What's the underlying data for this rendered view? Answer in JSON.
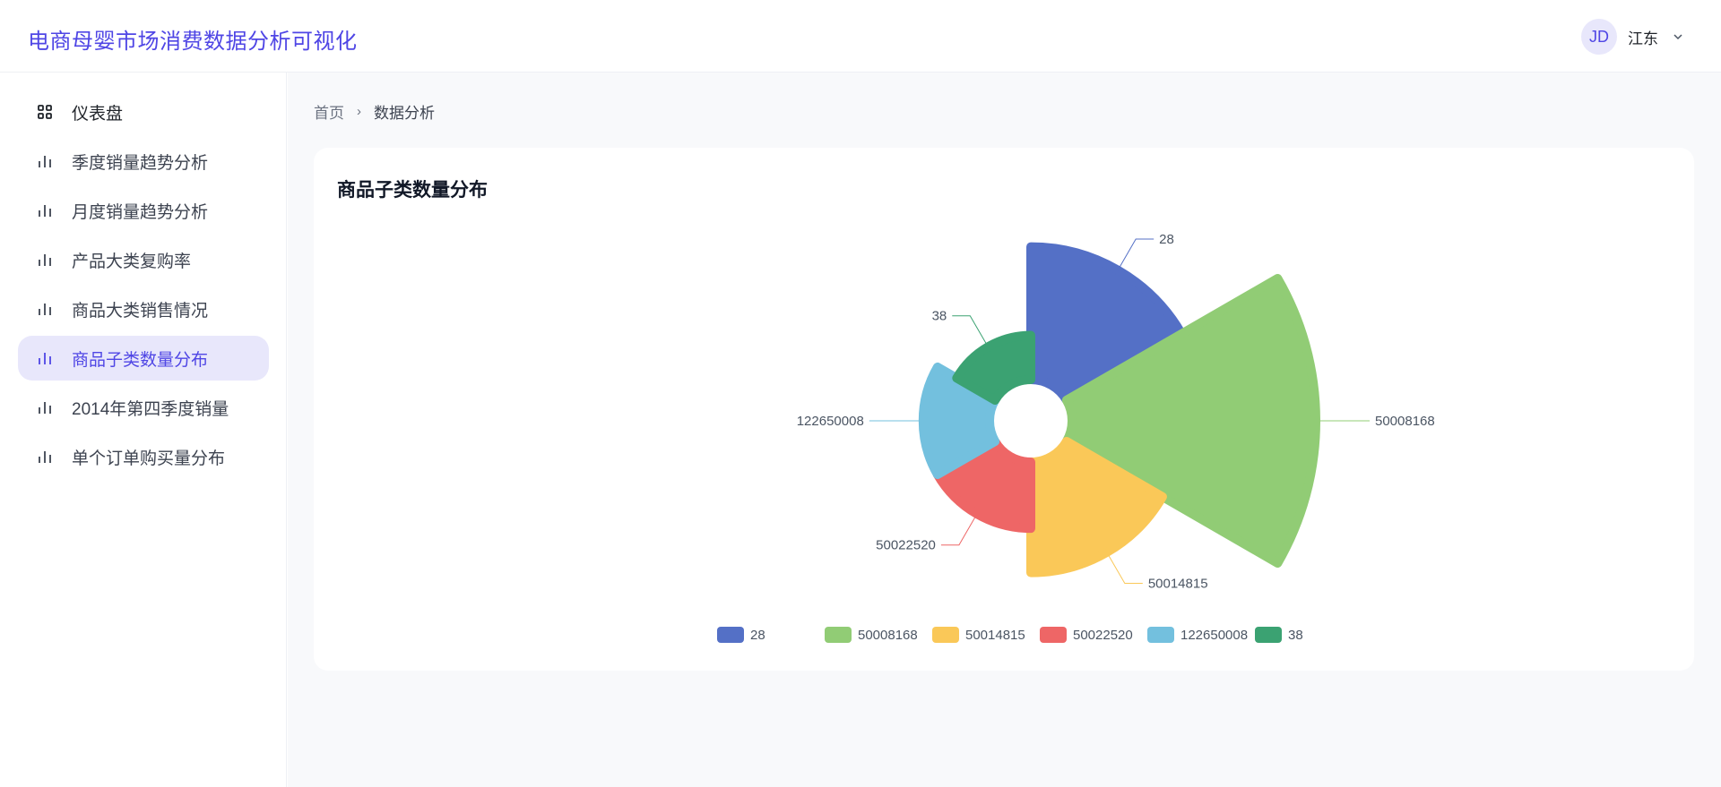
{
  "header": {
    "app_title": "电商母婴市场消费数据分析可视化",
    "avatar_initials": "JD",
    "user_name": "江东"
  },
  "sidebar": {
    "items": [
      {
        "label": "仪表盘",
        "icon": "grid-icon",
        "active": false
      },
      {
        "label": "季度销量趋势分析",
        "icon": "bar-chart-icon",
        "active": false
      },
      {
        "label": "月度销量趋势分析",
        "icon": "bar-chart-icon",
        "active": false
      },
      {
        "label": "产品大类复购率",
        "icon": "bar-chart-icon",
        "active": false
      },
      {
        "label": "商品大类销售情况",
        "icon": "bar-chart-icon",
        "active": false
      },
      {
        "label": "商品子类数量分布",
        "icon": "bar-chart-icon",
        "active": true
      },
      {
        "label": "2014年第四季度销量",
        "icon": "bar-chart-icon",
        "active": false
      },
      {
        "label": "单个订单购买量分布",
        "icon": "bar-chart-icon",
        "active": false
      }
    ]
  },
  "breadcrumb": {
    "home": "首页",
    "current": "数据分析"
  },
  "card": {
    "title": "商品子类数量分布"
  },
  "colors": {
    "accent": "#4f46e5",
    "active_bg": "#e8e7fb"
  },
  "chart_data": {
    "type": "pie",
    "variant": "rose",
    "categories": [
      "28",
      "50008168",
      "50014815",
      "50022520",
      "122650008",
      "38"
    ],
    "values": [
      30,
      55,
      25,
      15,
      15,
      10
    ],
    "colors": [
      "#5470c6",
      "#91cc75",
      "#fac858",
      "#ee6666",
      "#73c0de",
      "#3ba272"
    ],
    "legend_position": "bottom"
  }
}
